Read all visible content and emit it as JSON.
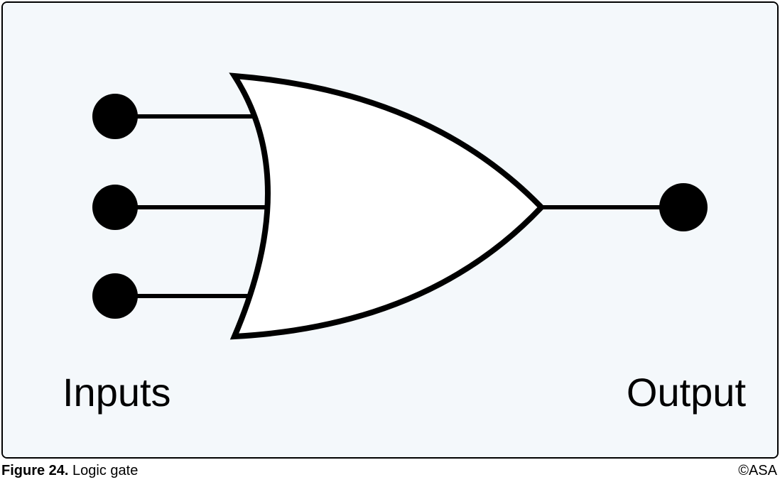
{
  "figure": {
    "label": "Figure 24.",
    "title": "Logic gate",
    "copyright": "©ASA"
  },
  "diagram": {
    "gate_type": "OR",
    "input_count": 3,
    "output_count": 1,
    "inputs_label": "Inputs",
    "output_label": "Output",
    "background_color": "#f4f8fb",
    "stroke_color": "#000000",
    "gate_fill_color": "#ffffff"
  }
}
